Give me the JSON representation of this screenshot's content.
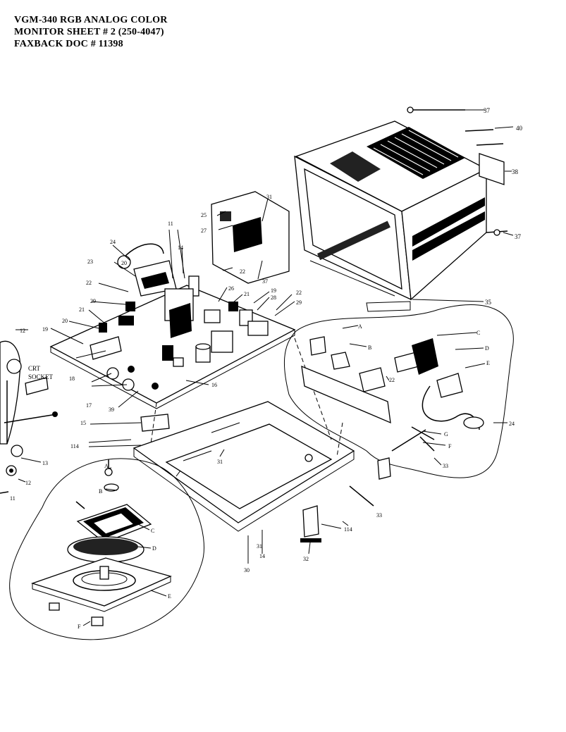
{
  "header": {
    "line1": "VGM-340 RGB ANALOG COLOR",
    "line2": "MONITOR SHEET # 2  (250-4047)",
    "line3": "FAXBACK DOC # 11398"
  },
  "annotations": {
    "crt_socket_1": "CRT",
    "crt_socket_2": "SOCKET"
  },
  "callouts": {
    "c37a": "37",
    "c40": "40",
    "c38": "38",
    "c37b": "37",
    "c35": "35",
    "c31a": "31",
    "c25": "25",
    "c27a": "27",
    "c37c": "37",
    "c22a": "22",
    "c11a": "11",
    "c14a": "14",
    "c24a": "24",
    "c20a": "20",
    "c23": "23",
    "c22b": "22",
    "c29a": "29",
    "c21a": "21",
    "c26": "26",
    "c21b": "21",
    "c19a": "19",
    "c28": "28",
    "c22c": "22",
    "c29b": "29",
    "c20b": "20",
    "c19b": "19",
    "c12a": "12",
    "c18": "18",
    "c16": "16",
    "c17": "17",
    "c39": "39",
    "c15": "15",
    "c114a": "114",
    "c13": "13",
    "c12b": "12",
    "c11b": "11",
    "c31b": "31",
    "c31c": "31",
    "c33a": "33",
    "c114b": "114",
    "c32": "32",
    "c14b": "14",
    "c30": "30",
    "cA1": "A",
    "cB1": "B",
    "cC1": "C",
    "cD1": "D",
    "cE1": "E",
    "c22d": "22",
    "c24b": "24",
    "cG1": "G",
    "cF1": "F",
    "c33b": "33",
    "cA2": "A",
    "cB2": "B",
    "cC2": "C",
    "cD2": "D",
    "cE2": "E",
    "cF2": "F"
  }
}
